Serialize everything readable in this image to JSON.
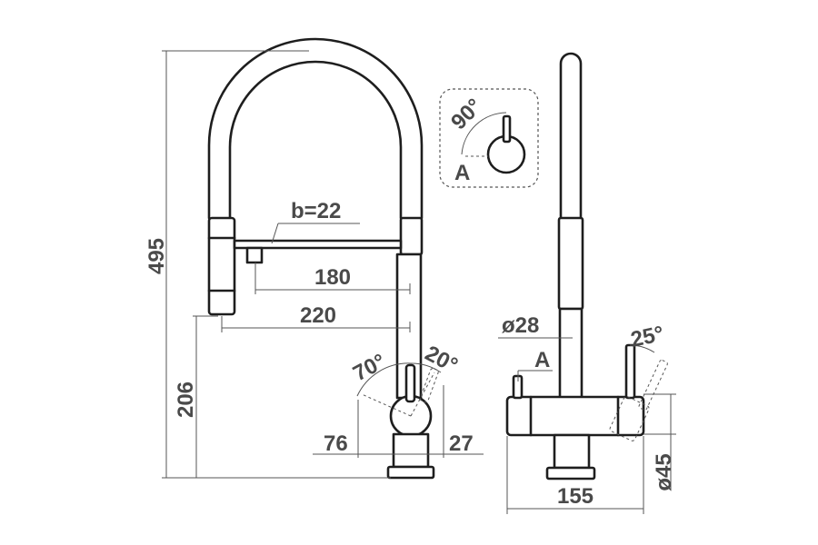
{
  "side_view": {
    "height_total": "495",
    "height_spout": "206",
    "spout_width": "b=22",
    "reach_180": "180",
    "reach_220": "220",
    "angle_70": "70°",
    "angle_20": "20°",
    "offset_76": "76",
    "offset_27": "27"
  },
  "detail_a": {
    "angle": "90°",
    "label": "A"
  },
  "front_view": {
    "diameter_28": "ø28",
    "label": "A",
    "angle_25": "25°",
    "diameter_45": "ø45",
    "width_155": "155"
  }
}
